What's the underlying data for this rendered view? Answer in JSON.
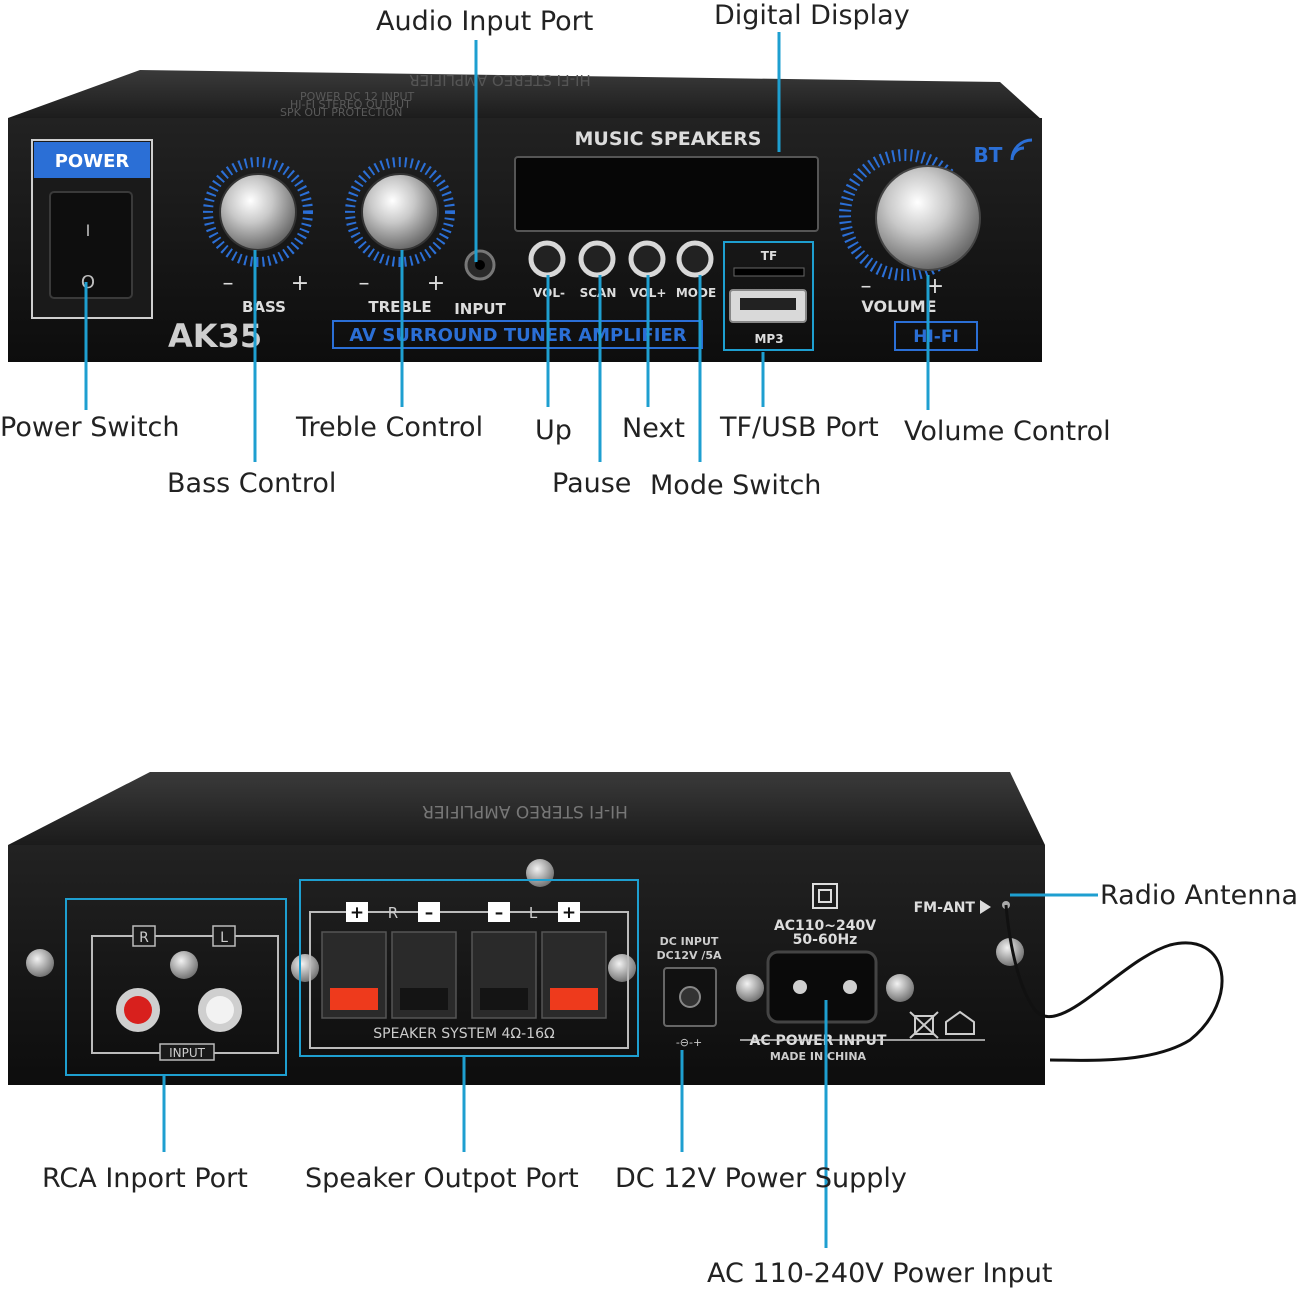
{
  "colors": {
    "leader": "#1e9fd0",
    "panel": "#161616",
    "accent": "#2b6fd6",
    "label_text": "#222222"
  },
  "front": {
    "top_print": {
      "title": "HI-FI STEREO AMPLIFIER",
      "line1": "POWER DC 12 INPUT",
      "line2": "HI-FI STEREO OUTPUT",
      "line3": "SPK OUT PROTECTION"
    },
    "power_label": "POWER",
    "switch_on": "I",
    "switch_off": "O",
    "bass_label": "BASS",
    "treble_label": "TREBLE",
    "minus": "–",
    "plus": "+",
    "input_label": "INPUT",
    "display_title": "MUSIC SPEAKERS",
    "buttons": [
      "VOL-",
      "SCAN",
      "VOL+",
      "MODE"
    ],
    "tf_label": "TF",
    "mp3_label": "MP3",
    "bt_label": "BT",
    "volume_label": "VOLUME",
    "hifi_label": "HI-FI",
    "model": "AK35",
    "banner": "AV SURROUND TUNER AMPLIFIER"
  },
  "rear": {
    "top_print": "HI-FI STEREO AMPLIFIER",
    "input_r": "R",
    "input_l": "L",
    "input_label": "INPUT",
    "speaker_r": "R",
    "speaker_l": "L",
    "speaker_system": "SPEAKER SYSTEM 4Ω-16Ω",
    "dc_line1": "DC INPUT",
    "dc_line2": "DC12V /5A",
    "dc_polarity": "-⊖-+",
    "ac_line1": "AC110~240V",
    "ac_line2": "50-60Hz",
    "ac_input": "AC POWER INPUT",
    "made_in": "MADE IN CHINA",
    "fm_ant": "FM-ANT"
  },
  "callouts": {
    "audio_input_port": "Audio Input Port",
    "digital_display": "Digital Display",
    "power_switch": "Power Switch",
    "bass_control": "Bass Control",
    "treble_control": "Treble Control",
    "up": "Up",
    "pause": "Pause",
    "next": "Next",
    "mode_switch": "Mode Switch",
    "tf_usb_port": "TF/USB Port",
    "volume_control": "Volume Control",
    "radio_antenna": "Radio Antenna",
    "rca_inport_port": "RCA Inport Port",
    "speaker_outpot_port": "Speaker Outpot Port",
    "dc_12v_power_supply": "DC 12V Power Supply",
    "ac_power_input": "AC 110-240V Power Input"
  }
}
